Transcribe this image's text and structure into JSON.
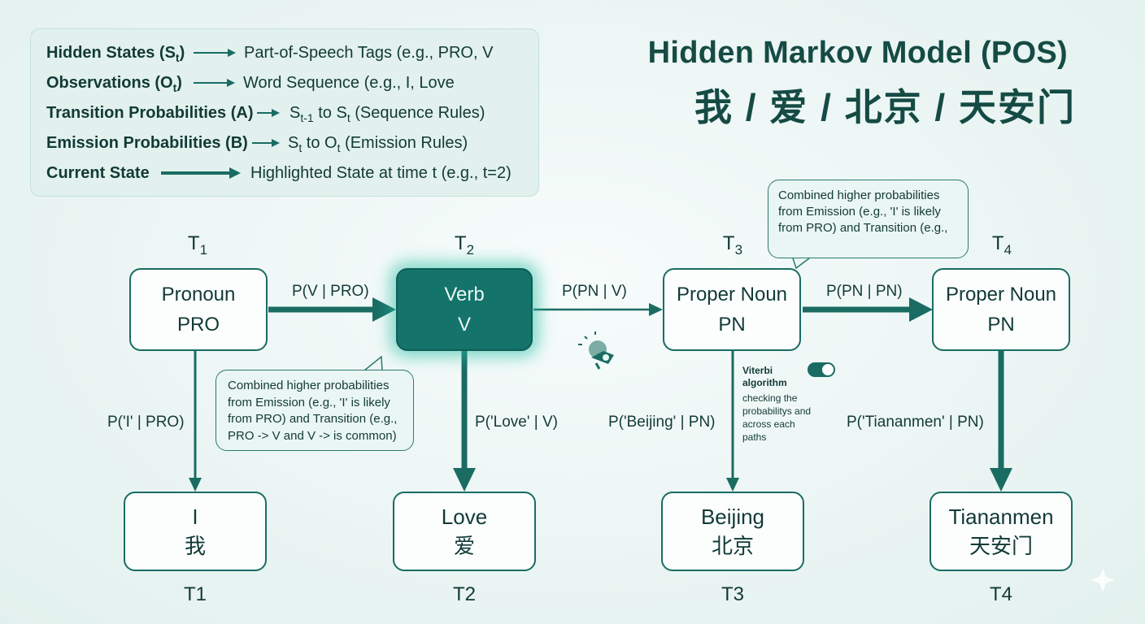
{
  "title": {
    "english": "Hidden Markov Model (POS)",
    "chinese": "我 / 爱 / 北京 / 天安门"
  },
  "legend": [
    {
      "term": "Hidden States (S",
      "term_sub": "t",
      "term_end": ")",
      "desc": "Part-of-Speech Tags (e.g., PRO, V"
    },
    {
      "term": "Observations (O",
      "term_sub": "t",
      "term_end": ")",
      "desc": "Word Sequence (e.g., I, Love"
    },
    {
      "term": "Transition Probabilities (A)",
      "desc_a": "S",
      "desc_a_sub": "t-1",
      "desc_b": " to S",
      "desc_b_sub": "t",
      "desc_c": " (Sequence Rules)"
    },
    {
      "term": "Emission Probabilities (B)",
      "desc_a": "S",
      "desc_a_sub": "t",
      "desc_b": " to O",
      "desc_b_sub": "t",
      "desc_c": " (Emission Rules)"
    },
    {
      "term": "Current State",
      "desc": "Highlighted State at time t (e.g., t=2)"
    }
  ],
  "time_steps": {
    "top": [
      {
        "base": "T",
        "sub": "1"
      },
      {
        "base": "T",
        "sub": "2"
      },
      {
        "base": "T",
        "sub": "3"
      },
      {
        "base": "T",
        "sub": "4"
      }
    ],
    "bottom": [
      "T1",
      "T2",
      "T3",
      "T4"
    ]
  },
  "states": [
    {
      "name": "Pronoun",
      "tag": "PRO"
    },
    {
      "name": "Verb",
      "tag": "V"
    },
    {
      "name": "Proper Noun",
      "tag": "PN"
    },
    {
      "name": "Proper Noun",
      "tag": "PN"
    }
  ],
  "observations": [
    {
      "word": "I",
      "chinese": "我"
    },
    {
      "word": "Love",
      "chinese": "爱"
    },
    {
      "word": "Beijing",
      "chinese": "北京"
    },
    {
      "word": "Tiananmen",
      "chinese": "天安门"
    }
  ],
  "transitions": [
    "P(V | PRO)",
    "P(PN | V)",
    "P(PN | PN)"
  ],
  "emissions": [
    "P('I' | PRO)",
    "P('Love' | V)",
    "P('Beijing' | PN)",
    "P('Tiananmen' | PN)"
  ],
  "callouts": {
    "top": [
      "Combined higher probabilities",
      "from Emission (e.g., 'I' is likely",
      "from PRO) and Transition (e.g.,"
    ],
    "middle": [
      "Combined higher probabilities",
      "from Emission (e.g., 'I' is likely",
      "from PRO) and Transition (e.g.,",
      "PRO -> V and V -> is common)"
    ]
  },
  "viterbi": {
    "title_line1": "Viterbi",
    "title_line2": "algorithm",
    "desc": [
      "checking the",
      "probabilitys and",
      "across each",
      "paths"
    ]
  },
  "colors": {
    "primary": "#1a6c63",
    "active_fill": "#14736a",
    "text": "#123a36",
    "legend_bg": "#e2f1ed"
  }
}
